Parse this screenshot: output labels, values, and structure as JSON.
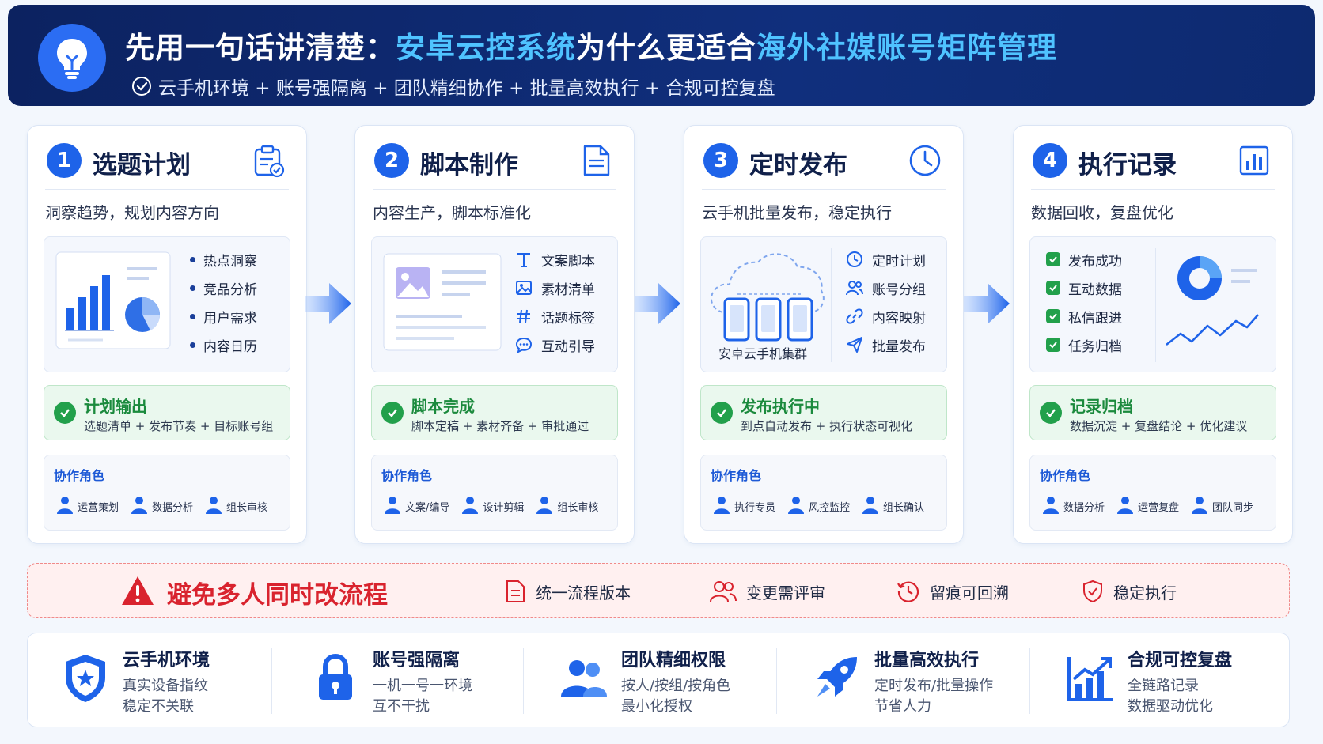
{
  "header": {
    "title_part1": "先用一句话讲清楚：",
    "title_part2": "安卓云控系统",
    "title_part3": "为什么更适合",
    "title_part4": "海外社媒账号矩阵管理",
    "subtitle": "云手机环境 + 账号强隔离 + 团队精细协作 + 批量高效执行 + 合规可控复盘"
  },
  "steps": [
    {
      "num": "1",
      "title": "选题计划",
      "icon": "clipboard-check-icon",
      "desc": "洞察趋势，规划内容方向",
      "items": [
        "热点洞察",
        "竞品分析",
        "用户需求",
        "内容日历"
      ],
      "output_title": "计划输出",
      "output_desc": "选题清单 + 发布节奏 + 目标账号组",
      "roles_title": "协作角色",
      "roles": [
        "运营策划",
        "数据分析",
        "组长审核"
      ]
    },
    {
      "num": "2",
      "title": "脚本制作",
      "icon": "document-icon",
      "desc": "内容生产，脚本标准化",
      "items": [
        "文案脚本",
        "素材清单",
        "话题标签",
        "互动引导"
      ],
      "output_title": "脚本完成",
      "output_desc": "脚本定稿 + 素材齐备 + 审批通过",
      "roles_title": "协作角色",
      "roles": [
        "文案/编导",
        "设计剪辑",
        "组长审核"
      ]
    },
    {
      "num": "3",
      "title": "定时发布",
      "icon": "clock-icon",
      "desc": "云手机批量发布，稳定执行",
      "cluster_label": "安卓云手机集群",
      "items": [
        "定时计划",
        "账号分组",
        "内容映射",
        "批量发布"
      ],
      "output_title": "发布执行中",
      "output_desc": "到点自动发布 + 执行状态可视化",
      "roles_title": "协作角色",
      "roles": [
        "执行专员",
        "风控监控",
        "组长确认"
      ]
    },
    {
      "num": "4",
      "title": "执行记录",
      "icon": "bar-chart-icon",
      "desc": "数据回收，复盘优化",
      "items": [
        "发布成功",
        "互动数据",
        "私信跟进",
        "任务归档"
      ],
      "output_title": "记录归档",
      "output_desc": "数据沉淀 + 复盘结论 + 优化建议",
      "roles_title": "协作角色",
      "roles": [
        "数据分析",
        "运营复盘",
        "团队同步"
      ]
    }
  ],
  "warning": {
    "title": "避免多人同时改流程",
    "items": [
      "统一流程版本",
      "变更需评审",
      "留痕可回溯",
      "稳定执行"
    ]
  },
  "features": [
    {
      "title": "云手机环境",
      "line1": "真实设备指纹",
      "line2": "稳定不关联",
      "icon": "shield-icon"
    },
    {
      "title": "账号强隔离",
      "line1": "一机一号一环境",
      "line2": "互不干扰",
      "icon": "lock-icon"
    },
    {
      "title": "团队精细权限",
      "line1": "按人/按组/按角色",
      "line2": "最小化授权",
      "icon": "team-icon"
    },
    {
      "title": "批量高效执行",
      "line1": "定时发布/批量操作",
      "line2": "节省人力",
      "icon": "rocket-icon"
    },
    {
      "title": "合规可控复盘",
      "line1": "全链路记录",
      "line2": "数据驱动优化",
      "icon": "growth-chart-icon"
    }
  ],
  "colors": {
    "brand_blue": "#1e63e9",
    "header_navy": "#0c2260",
    "highlight_cyan": "#4fc3ff",
    "success_green": "#22a04b",
    "warning_red": "#d9232e"
  }
}
